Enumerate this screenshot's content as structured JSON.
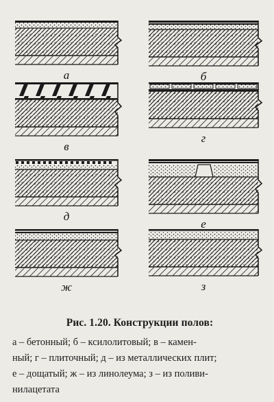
{
  "figure": {
    "panels": [
      {
        "id": "a",
        "label": "а"
      },
      {
        "id": "b",
        "label": "б"
      },
      {
        "id": "v",
        "label": "в"
      },
      {
        "id": "g",
        "label": "г"
      },
      {
        "id": "d",
        "label": "д"
      },
      {
        "id": "e",
        "label": "е"
      },
      {
        "id": "zh",
        "label": "ж"
      },
      {
        "id": "z",
        "label": "з"
      }
    ]
  },
  "caption": {
    "title": "Рис. 1.20.  Конструкции полов:",
    "body_line1": "а – бетонный; б – ксилолитовый; в – камен-",
    "body_line2": "ный; г – плиточный;  д – из металлических плит;",
    "body_line3": "е – дощатый; ж – из линолеума; з – из поливи-",
    "body_line4": "нилацетата"
  },
  "colors": {
    "ink": "#1a1a1a",
    "paper": "#ecebe6"
  }
}
